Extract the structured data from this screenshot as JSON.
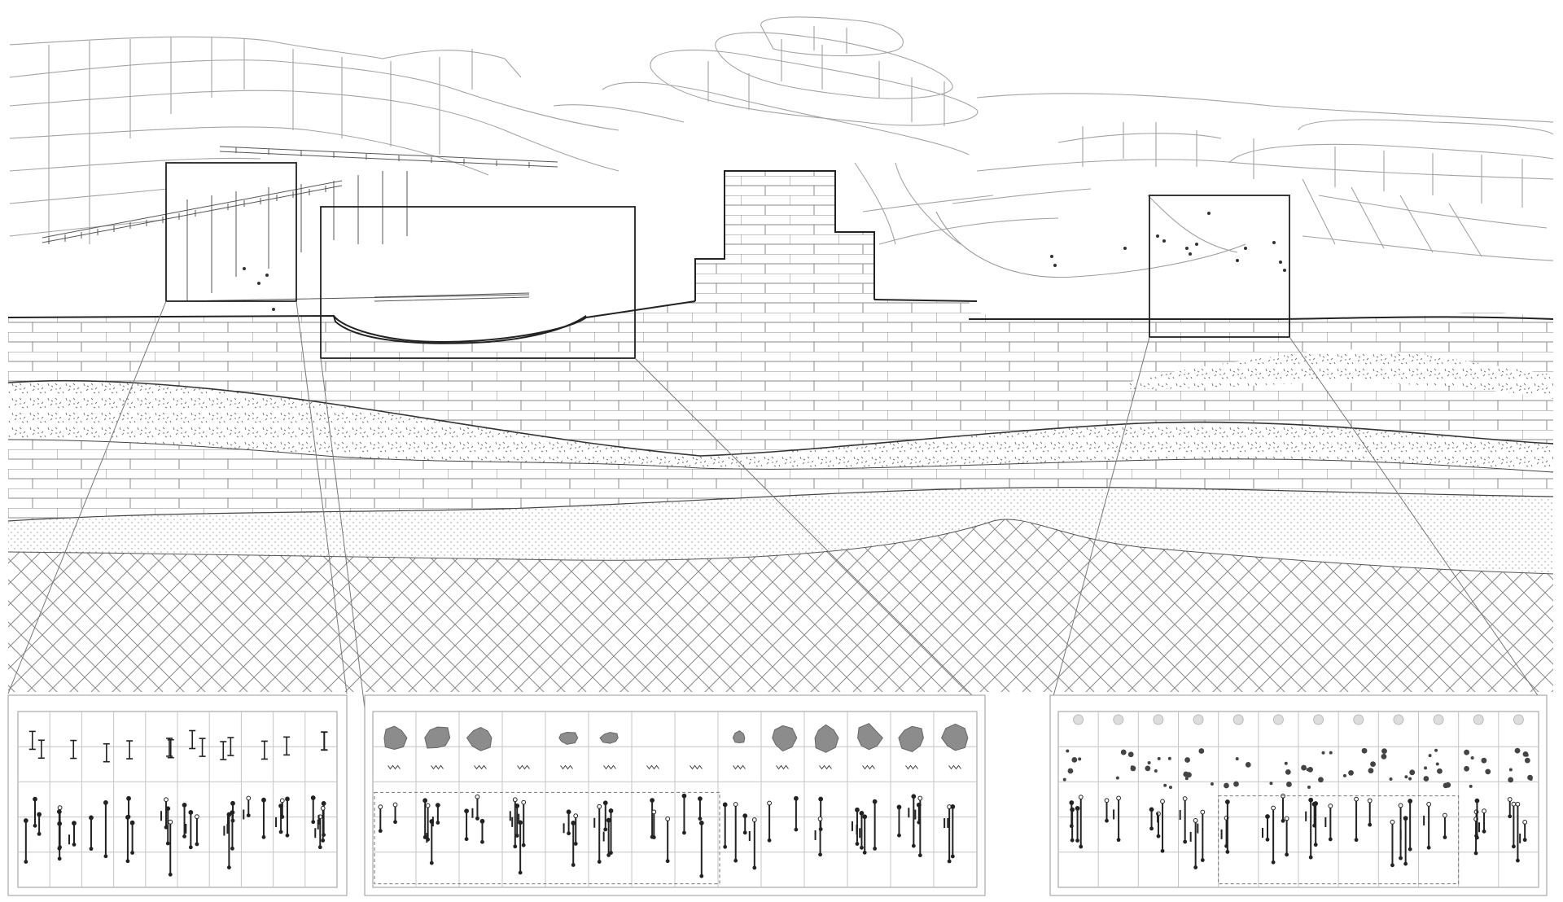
{
  "drawing": {
    "kind": "architectural section drawing of a terraced quarry landscape with geological strata and three detail panels",
    "printed_text": []
  },
  "colors": {
    "line": "#555555",
    "light_line": "#9a9a9a",
    "frame": "#333333",
    "fill_rock": "#8c8c8c",
    "dot": "#444444",
    "background": "#ffffff"
  },
  "strata": [
    {
      "name": "brick-limestone-layer",
      "pattern": "brick"
    },
    {
      "name": "speckled-sand-layer",
      "pattern": "dashes"
    },
    {
      "name": "fine-dot-layer",
      "pattern": "dots"
    },
    {
      "name": "crosshatch-bedrock-layer",
      "pattern": "crosshatch"
    }
  ],
  "callouts": [
    {
      "name": "callout-left-scaffold"
    },
    {
      "name": "callout-center-pit"
    },
    {
      "name": "callout-right-boulders"
    }
  ],
  "panels": [
    {
      "name": "detail-panel-left",
      "columns": 10,
      "rows": 5,
      "content": "notation-sticks"
    },
    {
      "name": "detail-panel-center",
      "columns": 14,
      "rows": 5,
      "content": "rock-fragments-and-notation"
    },
    {
      "name": "detail-panel-right",
      "columns": 12,
      "rows": 5,
      "content": "dots-and-notation"
    }
  ]
}
